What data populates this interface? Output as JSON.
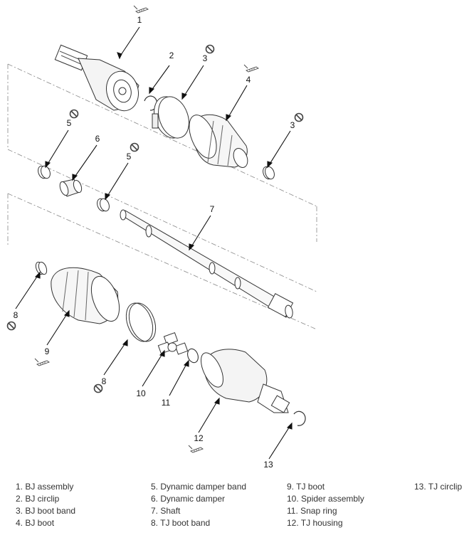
{
  "callouts": {
    "c1": "1",
    "c2": "2",
    "c3a": "3",
    "c3b": "3",
    "c4": "4",
    "c5a": "5",
    "c5b": "5",
    "c6": "6",
    "c7": "7",
    "c8a": "8",
    "c8b": "8",
    "c9": "9",
    "c10": "10",
    "c11": "11",
    "c12": "12",
    "c13": "13"
  },
  "legend": {
    "col1": [
      "1. BJ assembly",
      "2. BJ circlip",
      "3. BJ boot band",
      "4. BJ boot"
    ],
    "col2": [
      "5. Dynamic damper band",
      "6. Dynamic damper",
      "7. Shaft",
      "8. TJ boot band"
    ],
    "col3": [
      "9. TJ boot",
      "10. Spider assembly",
      "11. Snap ring",
      "12. TJ housing"
    ],
    "col4": [
      "13. TJ circlip"
    ]
  },
  "icons": [
    "grease-icon",
    "do-not-reuse-icon"
  ]
}
